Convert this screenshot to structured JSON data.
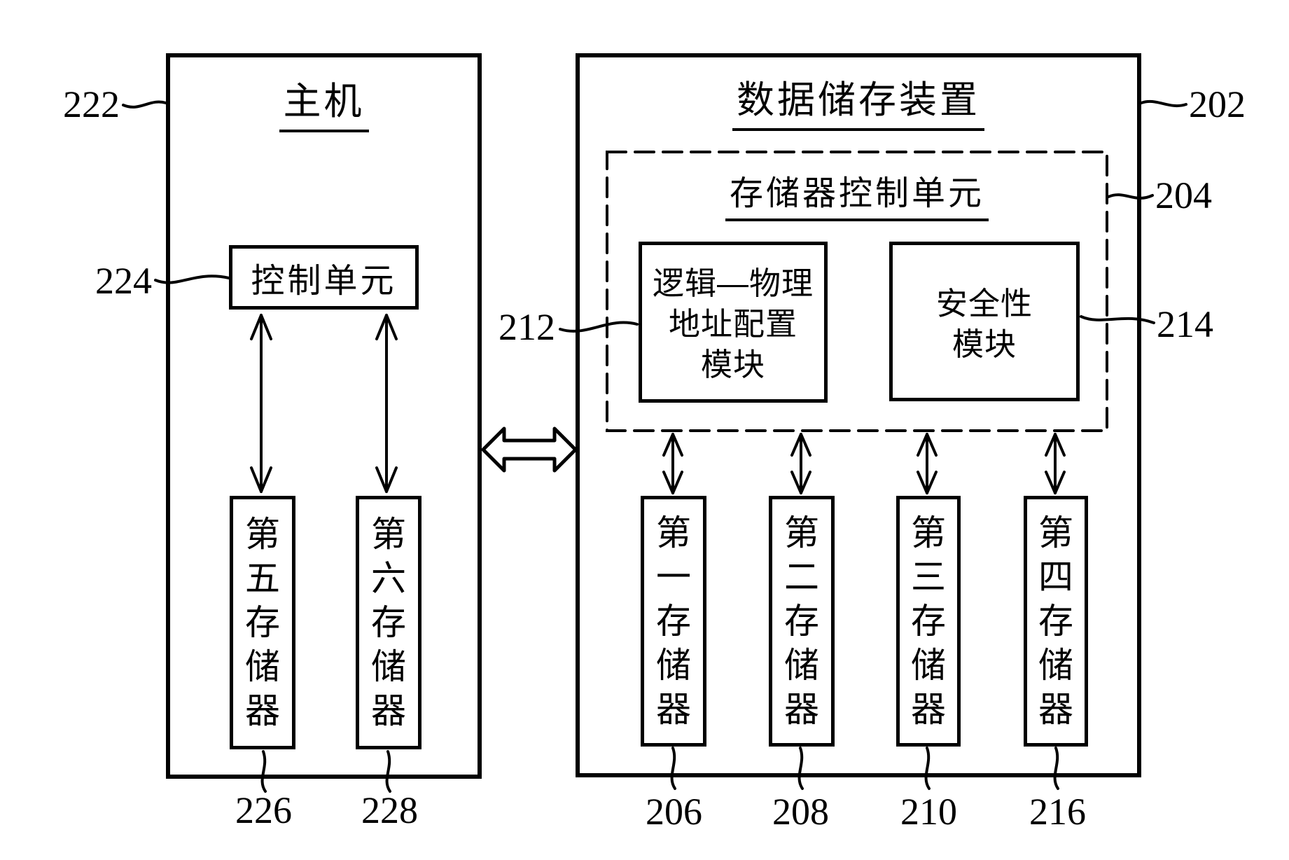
{
  "host": {
    "title": "主机",
    "ref": "222",
    "control_unit": {
      "label": "控制单元",
      "ref": "224"
    },
    "memories": [
      {
        "label": "第五存储器",
        "ref": "226"
      },
      {
        "label": "第六存储器",
        "ref": "228"
      }
    ]
  },
  "storage_device": {
    "title": "数据储存装置",
    "ref": "202",
    "memory_control_unit": {
      "title": "存储器控制单元",
      "ref": "204",
      "modules": [
        {
          "lines": [
            "逻辑—物理",
            "地址配置",
            "模块"
          ],
          "ref": "212"
        },
        {
          "lines": [
            "安全性",
            "模块"
          ],
          "ref": "214"
        }
      ]
    },
    "memories": [
      {
        "label": "第一存储器",
        "ref": "206"
      },
      {
        "label": "第二存储器",
        "ref": "208"
      },
      {
        "label": "第三存储器",
        "ref": "210"
      },
      {
        "label": "第四存储器",
        "ref": "216"
      }
    ]
  },
  "colors": {
    "line": "#000000",
    "background": "#ffffff"
  }
}
